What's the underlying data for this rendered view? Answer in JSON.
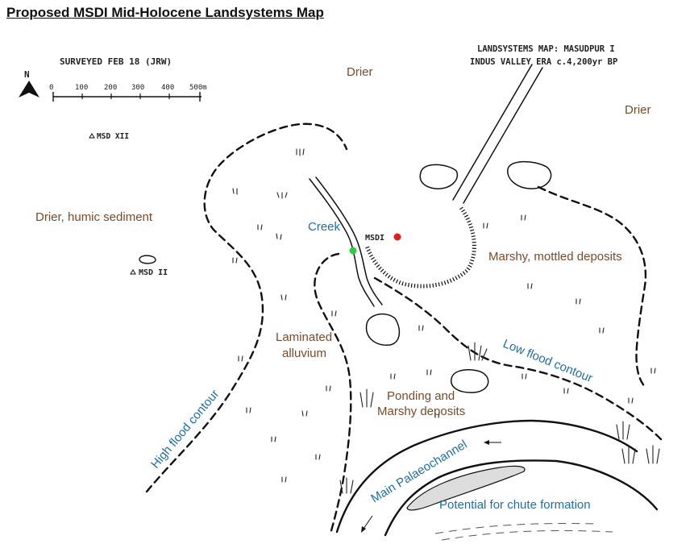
{
  "title": "Proposed MSDI Mid-Holocene Landsystems Map",
  "survey_note": "SURVEYED FEB 18 (JRW)",
  "north_label": "N",
  "scale_bar": {
    "ticks": [
      "0",
      "100",
      "200",
      "300",
      "400",
      "500m"
    ]
  },
  "map_heading": {
    "line1": "LANDSYSTEMS MAP: MASUDPUR I",
    "line2": "INDUS VALLEY ERA c.4,200yr BP"
  },
  "sites": {
    "msd_xii": "MSD XII",
    "msd_ii": "MSD II",
    "msdi": "MSDI"
  },
  "zones": {
    "drier_top": "Drier",
    "drier_right": "Drier",
    "drier_humic": "Drier, humic sediment",
    "marshy_mottled": "Marshy, mottled deposits",
    "laminated_1": "Laminated",
    "laminated_2": "alluvium",
    "ponding_1": "Ponding and",
    "ponding_2": "Marshy deposits"
  },
  "features": {
    "creek": "Creek",
    "low_flood": "Low flood contour",
    "high_flood": "High flood contour",
    "main_channel": "Main Palaeochannel",
    "chute": "Potential for chute formation"
  },
  "colors": {
    "brown_text": "#7a4a2a",
    "blue_text": "#1f6ea8",
    "msdi_marker": "#e0201c",
    "creek_marker": "#2ecc40"
  }
}
